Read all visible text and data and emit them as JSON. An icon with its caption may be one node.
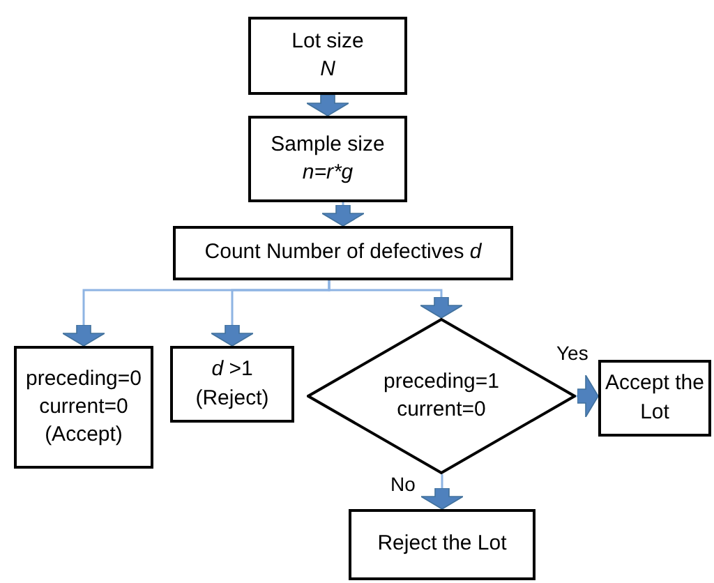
{
  "diagram": {
    "nodes": [
      {
        "text": [
          "Lot size",
          "N"
        ]
      },
      {
        "text": [
          "Sample size",
          "n=r*g"
        ]
      },
      {
        "text": [
          "Count Number of defectives *d*"
        ]
      },
      {
        "text": [
          "preceding=0 current=0 (Accept)"
        ]
      },
      {
        "text": [
          "*d* >1",
          "(Reject)"
        ]
      },
      {
        "text": [
          "preceding=1 current=0"
        ]
      },
      {
        "text": [
          "Accept the Lot"
        ]
      },
      {
        "text": [
          "Reject the Lot"
        ]
      }
    ],
    "edges": [
      {
        "from": 0,
        "to": 1,
        "arrow": "to"
      },
      {
        "from": 1,
        "to": 2,
        "arrow": "to"
      },
      {
        "from": 2,
        "to": 3,
        "arrow": "to"
      },
      {
        "from": 2,
        "to": 4,
        "arrow": "to"
      },
      {
        "from": 2,
        "to": 5,
        "arrow": "to"
      },
      {
        "from": 5,
        "to": 6,
        "label": "Yes",
        "arrow": "to"
      },
      {
        "from": 5,
        "to": 7,
        "label": "No",
        "arrow": "to"
      }
    ]
  }
}
